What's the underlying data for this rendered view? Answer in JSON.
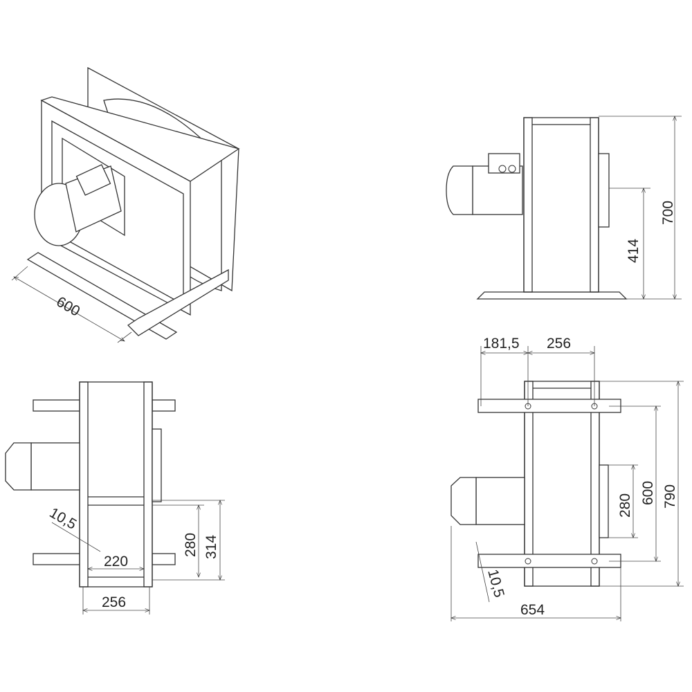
{
  "views": {
    "isometric": {
      "dims": {
        "width": "600"
      }
    },
    "side": {
      "dims": {
        "height": "700",
        "outlet_height": "414"
      }
    },
    "front": {
      "dims": {
        "hole": "10,5",
        "inner_width": "220",
        "bolt_spacing": "256",
        "outlet": "280",
        "outlet_total": "314"
      }
    },
    "top": {
      "dims": {
        "offset": "181,5",
        "bolt_spacing": "256",
        "outlet": "280",
        "foot_spacing": "600",
        "total_length": "790",
        "hole": "10,5",
        "total_width": "654"
      }
    }
  },
  "colors": {
    "line": "#333333",
    "background": "#ffffff"
  }
}
